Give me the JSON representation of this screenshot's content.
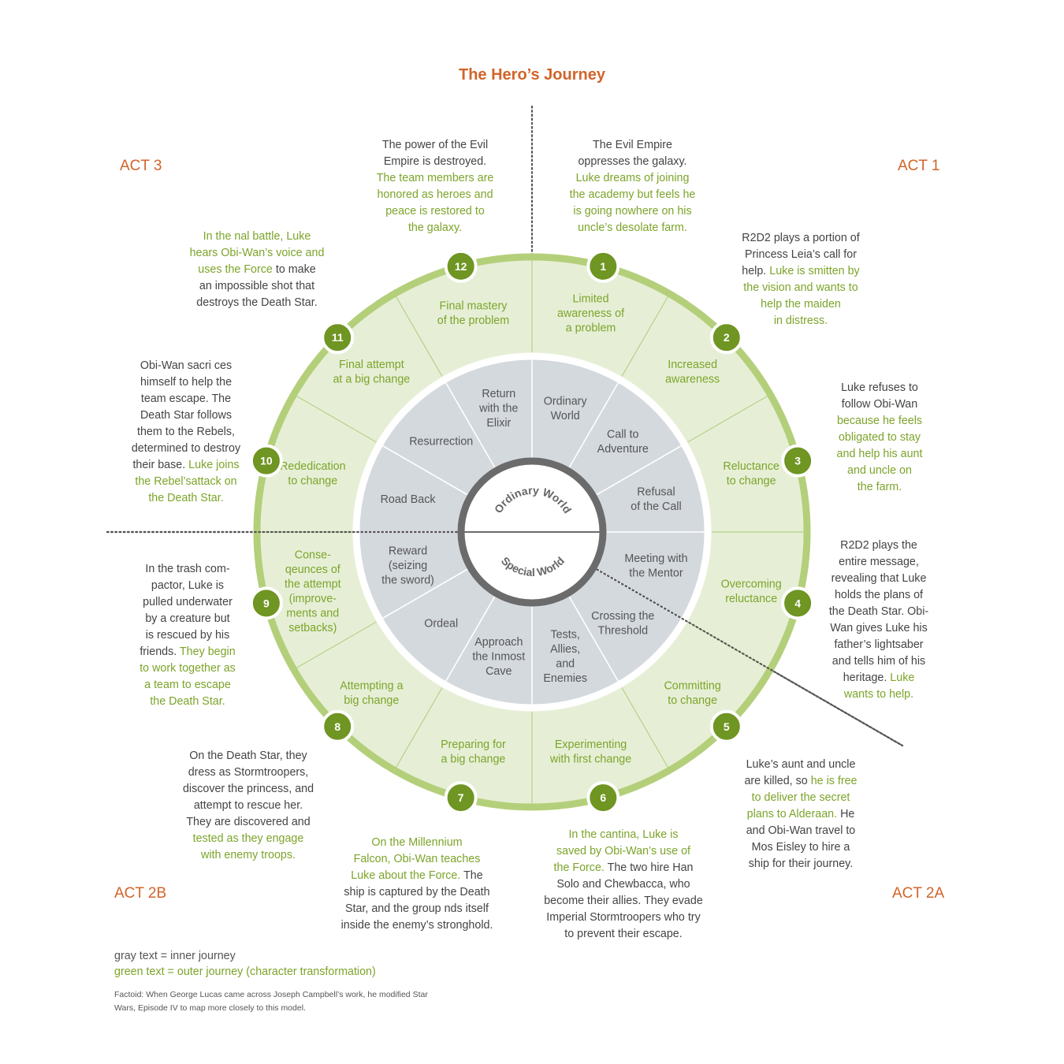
{
  "title": "The Hero’s Journey",
  "acts": {
    "act1": "ACT 1",
    "act2a": "ACT 2A",
    "act2b": "ACT 2B",
    "act3": "ACT 3"
  },
  "center": {
    "upper": "Ordinary World",
    "lower": "Special World"
  },
  "outer_stages": [
    {
      "num": "1",
      "lines": [
        "Limited",
        "awareness of",
        "a problem"
      ]
    },
    {
      "num": "2",
      "lines": [
        "Increased",
        "awareness"
      ]
    },
    {
      "num": "3",
      "lines": [
        "Reluctance",
        "to change"
      ]
    },
    {
      "num": "4",
      "lines": [
        "Overcoming",
        "reluctance"
      ]
    },
    {
      "num": "5",
      "lines": [
        "Committing",
        "to change"
      ]
    },
    {
      "num": "6",
      "lines": [
        "Experimenting",
        "with first change"
      ]
    },
    {
      "num": "7",
      "lines": [
        "Preparing for",
        "a big change"
      ]
    },
    {
      "num": "8",
      "lines": [
        "Attempting a",
        "big change"
      ]
    },
    {
      "num": "9",
      "lines": [
        "Conse-",
        "qeunces of",
        "the attempt",
        "(improve-",
        "ments and",
        "setbacks)"
      ]
    },
    {
      "num": "10",
      "lines": [
        "Rededication",
        "to change"
      ]
    },
    {
      "num": "11",
      "lines": [
        "Final attempt",
        "at a big change"
      ]
    },
    {
      "num": "12",
      "lines": [
        "Final mastery",
        "of the problem"
      ]
    }
  ],
  "inner_stages": [
    {
      "lines": [
        "Ordinary",
        "World"
      ]
    },
    {
      "lines": [
        "Call to",
        "Adventure"
      ]
    },
    {
      "lines": [
        "Refusal",
        "of the Call"
      ]
    },
    {
      "lines": [
        "Meeting with",
        "the Mentor"
      ]
    },
    {
      "lines": [
        "Crossing the",
        "Threshold"
      ]
    },
    {
      "lines": [
        "Tests,",
        "Allies,",
        "and",
        "Enemies"
      ]
    },
    {
      "lines": [
        "Approach",
        "the Inmost",
        "Cave"
      ]
    },
    {
      "lines": [
        "Ordeal"
      ]
    },
    {
      "lines": [
        "Reward",
        "(seizing",
        "the sword)"
      ]
    },
    {
      "lines": [
        "Road Back"
      ]
    },
    {
      "lines": [
        "Resurrection"
      ]
    },
    {
      "lines": [
        "Return",
        "with the",
        "Elixir"
      ]
    }
  ],
  "notes": {
    "n1": [
      {
        "c": "k",
        "t": "The Evil Empire"
      },
      {
        "c": "k",
        "t": "oppresses the galaxy."
      },
      {
        "c": "g",
        "t": "Luke dreams of joining"
      },
      {
        "c": "g",
        "t": "the academy but feels he"
      },
      {
        "c": "g",
        "t": "is going nowhere on his"
      },
      {
        "c": "g",
        "t": "uncle’s desolate farm."
      }
    ],
    "n2": [
      {
        "c": "k",
        "t": "R2D2 plays a portion of"
      },
      {
        "c": "k",
        "t": "Princess Leia’s call for"
      },
      {
        "c": "k",
        "t": "help.",
        "c2": "g",
        "t2": " Luke is smitten by"
      },
      {
        "c": "g",
        "t": "the vision and wants to"
      },
      {
        "c": "g",
        "t": "help the maiden"
      },
      {
        "c": "g",
        "t": "in distress."
      }
    ],
    "n3": [
      {
        "c": "k",
        "t": "Luke refuses to"
      },
      {
        "c": "k",
        "t": "follow Obi-Wan"
      },
      {
        "c": "g",
        "t": "because he feels"
      },
      {
        "c": "g",
        "t": "obligated to stay"
      },
      {
        "c": "g",
        "t": "and help his aunt"
      },
      {
        "c": "g",
        "t": "and uncle on"
      },
      {
        "c": "g",
        "t": "the farm."
      }
    ],
    "n4": [
      {
        "c": "k",
        "t": "R2D2 plays the"
      },
      {
        "c": "k",
        "t": "entire message,"
      },
      {
        "c": "k",
        "t": "revealing that Luke"
      },
      {
        "c": "k",
        "t": "holds the plans of"
      },
      {
        "c": "k",
        "t": "the Death Star. Obi-"
      },
      {
        "c": "k",
        "t": "Wan gives Luke his"
      },
      {
        "c": "k",
        "t": "father’s lightsaber"
      },
      {
        "c": "k",
        "t": "and tells him of his"
      },
      {
        "c": "k",
        "t": "heritage.",
        "c2": "g",
        "t2": " Luke"
      },
      {
        "c": "g",
        "t": "wants to help."
      }
    ],
    "n5": [
      {
        "c": "k",
        "t": "Luke’s aunt and uncle"
      },
      {
        "c": "k",
        "t": "are killed, so",
        "c2": "g",
        "t2": " he is free"
      },
      {
        "c": "g",
        "t": "to deliver the secret"
      },
      {
        "c": "g",
        "t": "plans to Alderaan.",
        "c2": "k",
        "t2": " He"
      },
      {
        "c": "k",
        "t": "and Obi-Wan travel to"
      },
      {
        "c": "k",
        "t": "Mos Eisley to hire a"
      },
      {
        "c": "k",
        "t": "ship for their journey."
      }
    ],
    "n6": [
      {
        "c": "g",
        "t": "In the cantina, Luke is"
      },
      {
        "c": "g",
        "t": "saved by Obi-Wan’s use of"
      },
      {
        "c": "g",
        "t": "the Force.",
        "c2": "k",
        "t2": " The two hire Han"
      },
      {
        "c": "k",
        "t": "Solo and Chewbacca, who"
      },
      {
        "c": "k",
        "t": "become their allies. They evade"
      },
      {
        "c": "k",
        "t": "Imperial Stormtroopers who try"
      },
      {
        "c": "k",
        "t": "to prevent their escape."
      }
    ],
    "n7": [
      {
        "c": "g",
        "t": "On the Millennium"
      },
      {
        "c": "g",
        "t": "Falcon, Obi-Wan teaches"
      },
      {
        "c": "g",
        "t": "Luke about the Force.",
        "c2": "k",
        "t2": "  The"
      },
      {
        "c": "k",
        "t": "ship is captured by the Death"
      },
      {
        "c": "k",
        "t": "Star, and the group   nds itself"
      },
      {
        "c": "k",
        "t": "inside the enemy’s stronghold."
      }
    ],
    "n8": [
      {
        "c": "k",
        "t": "On the Death Star, they"
      },
      {
        "c": "k",
        "t": "dress as Stormtroopers,"
      },
      {
        "c": "k",
        "t": "discover the princess, and"
      },
      {
        "c": "k",
        "t": "attempt to rescue her."
      },
      {
        "c": "k",
        "t": "They are discovered and"
      },
      {
        "c": "g",
        "t": "tested as they engage"
      },
      {
        "c": "g",
        "t": "with enemy troops."
      }
    ],
    "n9": [
      {
        "c": "k",
        "t": "In the trash com-"
      },
      {
        "c": "k",
        "t": "pactor, Luke is"
      },
      {
        "c": "k",
        "t": "pulled underwater"
      },
      {
        "c": "k",
        "t": "by a creature but"
      },
      {
        "c": "k",
        "t": "is rescued by his"
      },
      {
        "c": "k",
        "t": "friends.",
        "c2": "g",
        "t2": " They begin"
      },
      {
        "c": "g",
        "t": "to work together as"
      },
      {
        "c": "g",
        "t": "a team to escape"
      },
      {
        "c": "g",
        "t": "the Death Star."
      }
    ],
    "n10": [
      {
        "c": "k",
        "t": "Obi-Wan sacri  ces"
      },
      {
        "c": "k",
        "t": "himself to help the"
      },
      {
        "c": "k",
        "t": "team escape. The"
      },
      {
        "c": "k",
        "t": "Death Star follows"
      },
      {
        "c": "k",
        "t": "them to the Rebels,"
      },
      {
        "c": "k",
        "t": "determined to destroy"
      },
      {
        "c": "k",
        "t": "their base.",
        "c2": "g",
        "t2": " Luke joins"
      },
      {
        "c": "g",
        "t": "the Rebel’sattack on"
      },
      {
        "c": "g",
        "t": "the Death Star."
      }
    ],
    "n11": [
      {
        "c": "g",
        "t": "In the   nal battle, Luke"
      },
      {
        "c": "g",
        "t": "hears Obi-Wan’s voice and"
      },
      {
        "c": "g",
        "t": "uses the Force",
        "c2": "k",
        "t2": " to make"
      },
      {
        "c": "k",
        "t": "an impossible shot that"
      },
      {
        "c": "k",
        "t": "destroys the Death Star."
      }
    ],
    "n12": [
      {
        "c": "k",
        "t": "The power of the Evil"
      },
      {
        "c": "k",
        "t": "Empire is destroyed."
      },
      {
        "c": "g",
        "t": "The team members are"
      },
      {
        "c": "g",
        "t": "honored as heroes and"
      },
      {
        "c": "g",
        "t": "peace is restored to"
      },
      {
        "c": "g",
        "t": "the galaxy."
      }
    ]
  },
  "legend": {
    "gray": "gray text = inner journey",
    "green": "green text = outer journey (character transformation)"
  },
  "factoid": "Factoid: When George Lucas came across Joseph Campbell’s work, he modified Star Wars, Episode IV to map more closely to this model.",
  "colors": {
    "orange": "#d2642a",
    "green_text": "#7ca42a",
    "ring_light": "#e6efd6",
    "ring_border": "#b4cf7a",
    "inner_fill": "#d4d9de",
    "badge": "#6f9522",
    "center_ring": "#6b6b6b",
    "gray_text": "#444444"
  }
}
